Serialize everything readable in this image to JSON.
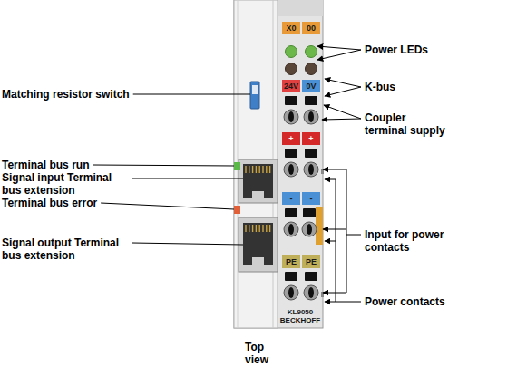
{
  "diagram": {
    "labels": [
      "X0",
      "00",
      "24V",
      "0V",
      "+",
      "+",
      "-",
      "-",
      "PE",
      "PE",
      "KL9050",
      "BECKHOFF",
      "Power LEDs",
      "K-bus",
      "Coupler terminal supply",
      "Matching resistor switch",
      "Terminal bus run",
      "Signal input Terminal bus extension",
      "Terminal bus error",
      "Input for power contacts",
      "Signal output Terminal bus extension",
      "Power contacts",
      "Top view"
    ]
  }
}
